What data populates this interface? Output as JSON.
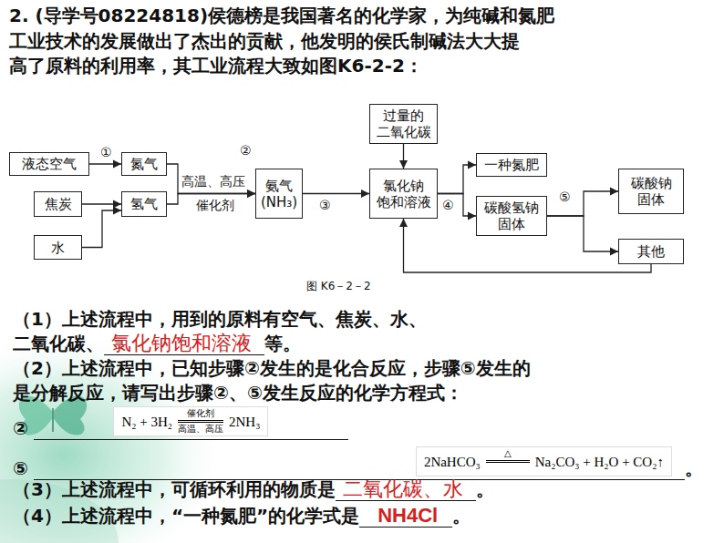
{
  "diagram": {
    "caption": "图 K6－2－2",
    "nodes": [
      {
        "text": [
          "液态空气"
        ]
      },
      {
        "text": [
          "氮气"
        ]
      },
      {
        "text": [
          "焦炭"
        ]
      },
      {
        "text": [
          "水"
        ]
      },
      {
        "text": [
          "氢气"
        ]
      },
      {
        "text": [
          "氨气 (NH₃)"
        ]
      },
      {
        "text": [
          "过量的 二氧化碳"
        ]
      },
      {
        "text": [
          "氯化钠 饱和溶液"
        ]
      },
      {
        "text": [
          "一种氮肥"
        ]
      },
      {
        "text": [
          "碳酸氢钠 固体"
        ]
      },
      {
        "text": [
          "碳酸钠 固体"
        ]
      },
      {
        "text": [
          "其他"
        ]
      }
    ],
    "edges": [
      {
        "from": 0,
        "to": 1,
        "arrow": "to"
      },
      {
        "from": 2,
        "to": 4,
        "arrow": "to"
      },
      {
        "from": 3,
        "to": 4,
        "arrow": "to"
      },
      {
        "from": 1,
        "to": 5,
        "arrow": "to"
      },
      {
        "from": 4,
        "to": 5,
        "arrow": "to"
      },
      {
        "from": 5,
        "to": 7,
        "arrow": "to"
      },
      {
        "from": 6,
        "to": 7,
        "arrow": "to"
      },
      {
        "from": 7,
        "to": 8,
        "arrow": "to"
      },
      {
        "from": 7,
        "to": 9,
        "arrow": "to"
      },
      {
        "from": 9,
        "to": 10,
        "arrow": "to"
      },
      {
        "from": 9,
        "to": 11,
        "arrow": "to"
      },
      {
        "from": 11,
        "to": 7,
        "arrow": "to"
      }
    ],
    "labels": [
      "2. (导学号08224818)侯德榜是我国著名的化学家，为纯碱和氮肥",
      "工业技术的发展做出了杰出的贡献，他发明的侯氏制碱法大大提",
      "高了原料的利用率，其工业流程大致如图K6-2-2：",
      "①",
      "②",
      "高温、高压",
      "催化剂",
      "③",
      "④",
      "⑤",
      "（1）上述流程中，用到的原料有空气、焦炭、水、",
      "二氧化碳、",
      "氯化钠饱和溶液",
      "等。",
      "（2）上述流程中，已知步骤②发生的是化合反应，步骤⑤发生的",
      "是分解反应，请写出步骤②、⑤发生反应的化学方程式：",
      "②",
      "N₂ + 3H₂",
      "催化剂",
      "高温、高压",
      "2NH₃",
      "⑤",
      "2NaHCO₃",
      "△",
      "Na₂CO₃ + H₂O + CO₂↑",
      "。",
      "（3）上述流程中，可循环利用的物质是",
      "二氧化碳、水",
      "。",
      "（4）上述流程中，“一种氮肥”的化学式是",
      "NH4Cl",
      "。"
    ]
  }
}
